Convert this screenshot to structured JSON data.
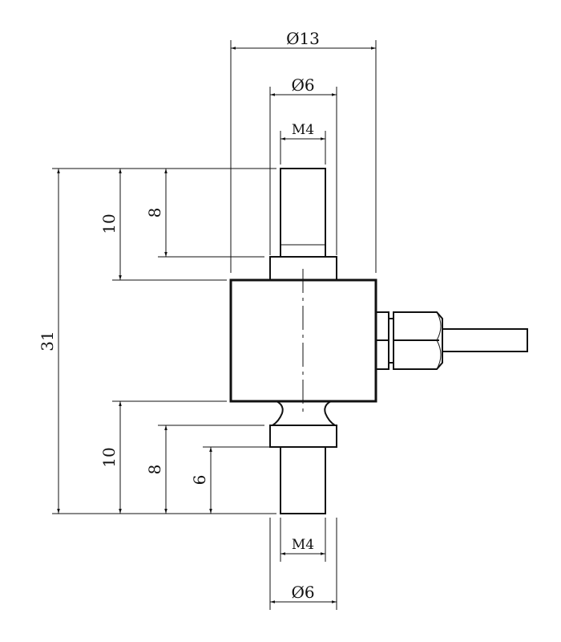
{
  "dimensions": {
    "top_outer_diameter": "Ø13",
    "top_stud_diameter": "Ø6",
    "top_thread": "M4",
    "overall_height": "31",
    "top_length_10": "10",
    "top_length_8": "8",
    "bottom_length_10": "10",
    "bottom_length_8": "8",
    "bottom_length_6": "6",
    "bottom_thread": "M4",
    "bottom_stud_diameter": "Ø6"
  },
  "colors": {
    "line": "#111111",
    "background": "#ffffff"
  }
}
